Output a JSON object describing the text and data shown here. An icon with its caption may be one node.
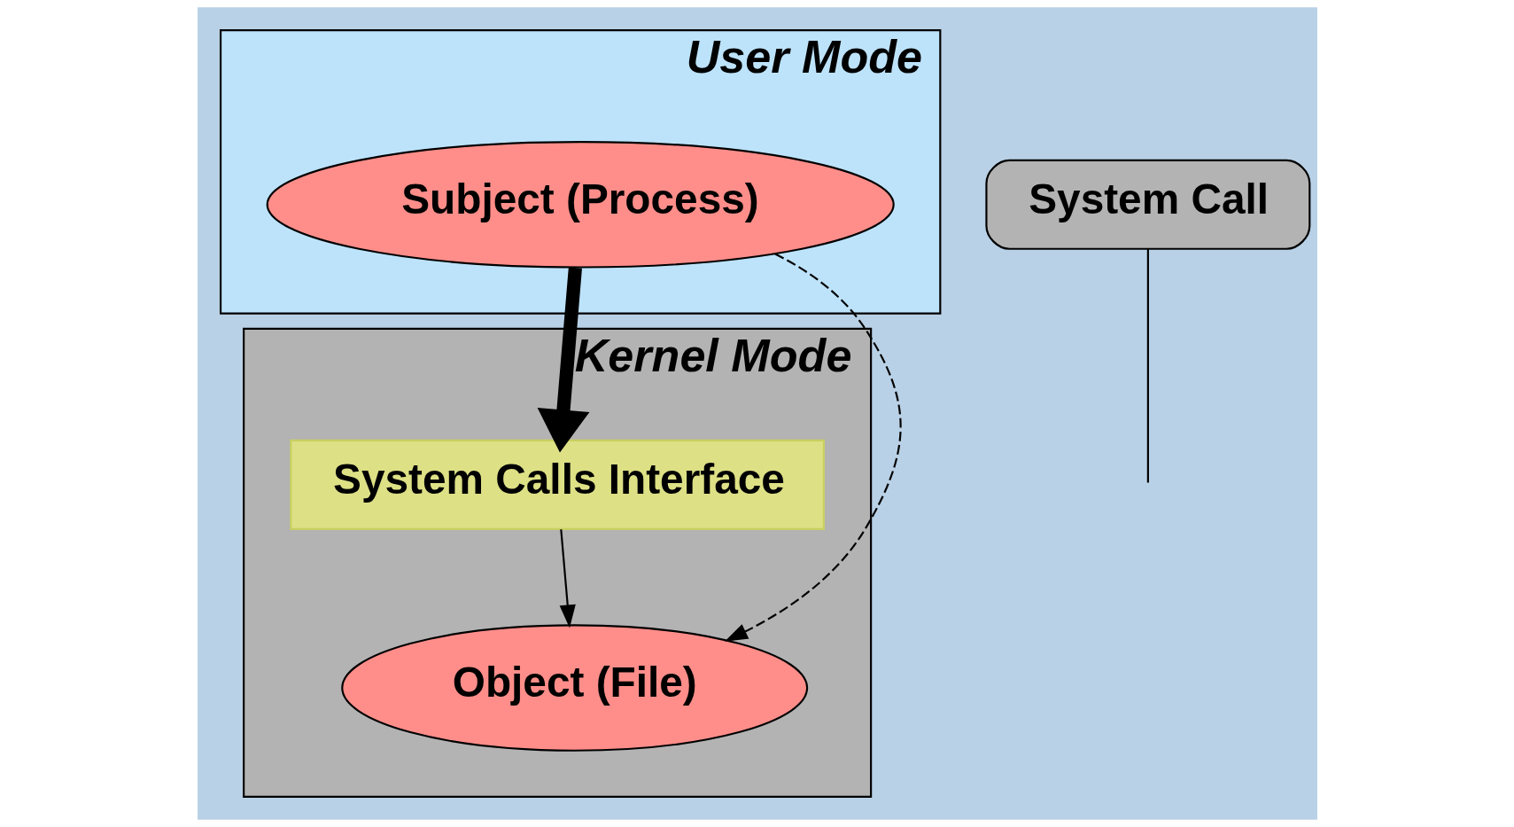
{
  "diagram": {
    "nodes": [
      {
        "text": [
          "User Mode"
        ]
      },
      {
        "text": [
          "Subject (Process)"
        ],
        "in": 0
      },
      {
        "text": [
          "Kernel Mode"
        ]
      },
      {
        "text": [
          "System Calls Interface"
        ],
        "in": 2
      },
      {
        "text": [
          "Object (File)"
        ],
        "in": 2
      },
      {
        "text": [
          "System Call"
        ]
      }
    ],
    "edges": [
      {
        "from": 1,
        "to": 3,
        "arrow": "to",
        "style": "thick"
      },
      {
        "from": 3,
        "to": 4,
        "arrow": "to"
      },
      {
        "from": 1,
        "to": 4,
        "arrow": "to",
        "style": "dashed"
      },
      {
        "from": 5,
        "to": null,
        "arrow": "none"
      }
    ]
  }
}
